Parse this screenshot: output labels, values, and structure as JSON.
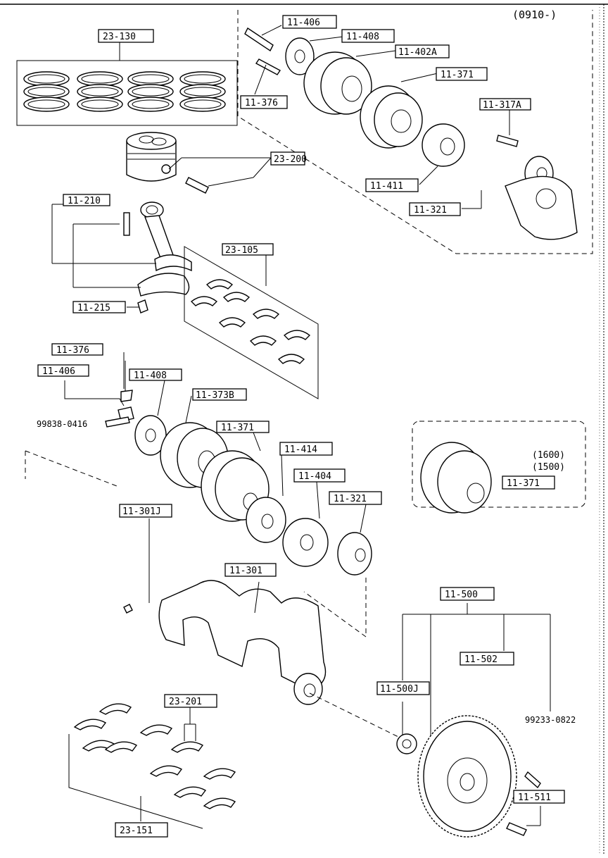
{
  "header": {
    "code": "(0910-)"
  },
  "labels": {
    "ring_set": "23-130",
    "piston": "23-200",
    "conrod": "11-210",
    "conrod_bearing": "23-105",
    "conrod_nut": "11-215",
    "top_bolt": "11-406",
    "top_washer": "11-408",
    "top_pulley": "11-402A",
    "top_damper": "11-371",
    "top_small_bolt": "11-376",
    "top_key": "11-317A",
    "top_plate": "11-411",
    "top_gear": "11-321",
    "mid_small_bolt": "11-376",
    "mid_bolt": "11-406",
    "mid_bolt_part": "99838-0416",
    "mid_washer": "11-408",
    "mid_pulley": "11-373B",
    "mid_damper": "11-371",
    "mid_plate_a": "11-414",
    "mid_plate_b": "11-404",
    "mid_gear": "11-321",
    "inset_damper": "11-371",
    "inset_model_a": "(1600)",
    "inset_model_b": "(1500)",
    "crank_key": "11-301J",
    "crankshaft": "11-301",
    "flywheel_assy": "11-500",
    "flywheel": "11-502",
    "pilot_bearing": "11-500J",
    "dowel": "99233-0822",
    "flywheel_bolt": "11-511",
    "thrust_bearing": "23-201",
    "main_bearing": "23-151"
  }
}
